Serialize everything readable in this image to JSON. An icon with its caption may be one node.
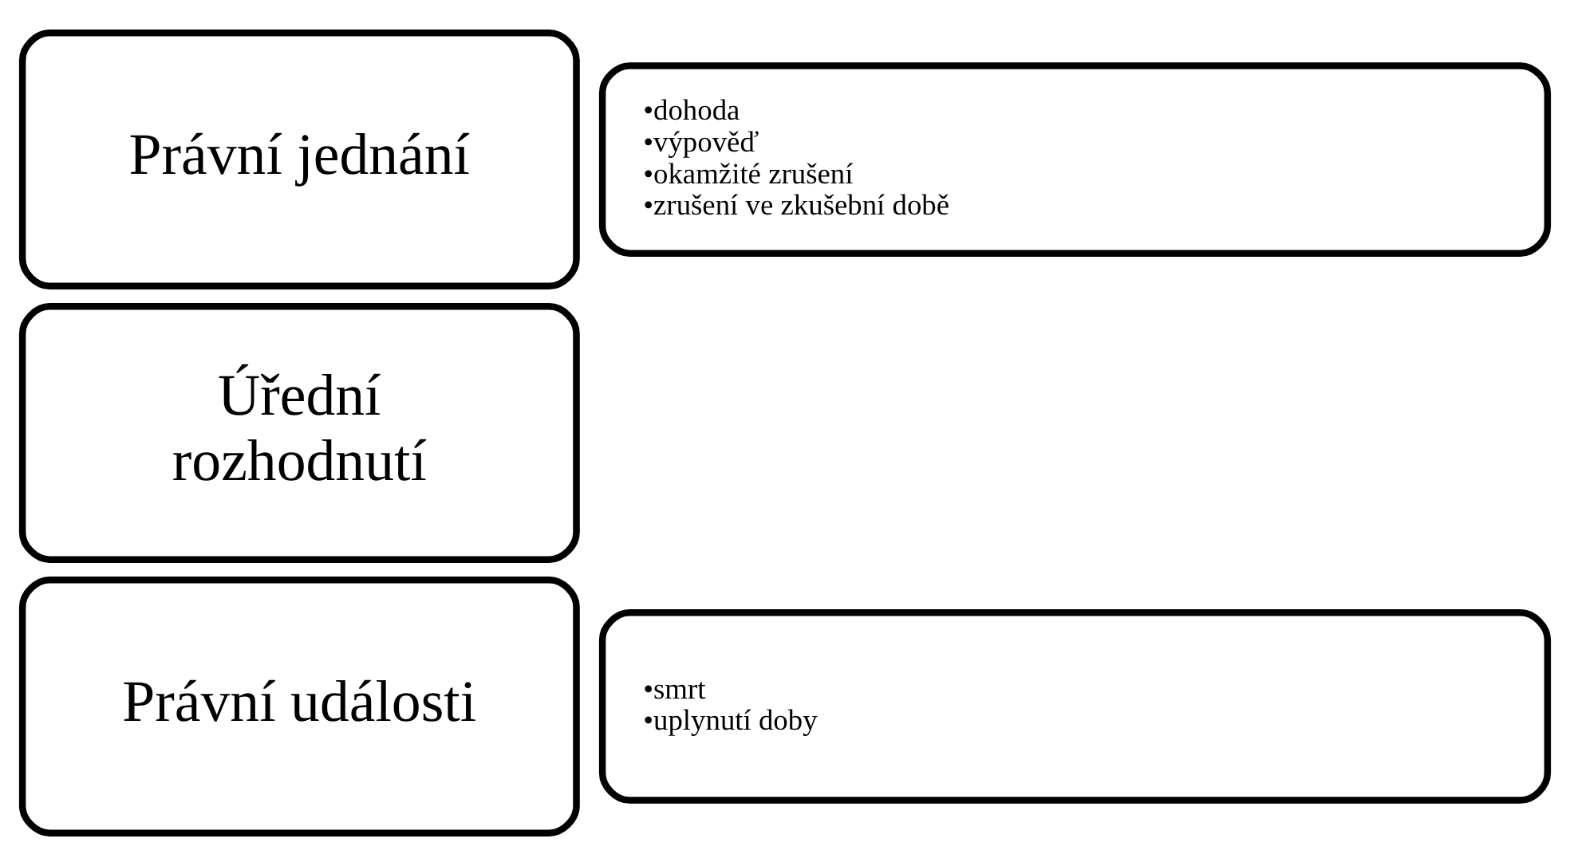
{
  "diagram": {
    "nodes": [
      {
        "text": [
          "Právní jednání"
        ]
      },
      {
        "text": [
          "•dohoda",
          "•výpověď",
          "•okamžité zrušení",
          "•zrušení ve zkušební době"
        ]
      },
      {
        "text": [
          "Úřední rozhodnutí"
        ]
      },
      {
        "text": [
          "Právní události"
        ]
      },
      {
        "text": [
          "•smrt",
          "•uplynutí doby"
        ]
      }
    ]
  }
}
